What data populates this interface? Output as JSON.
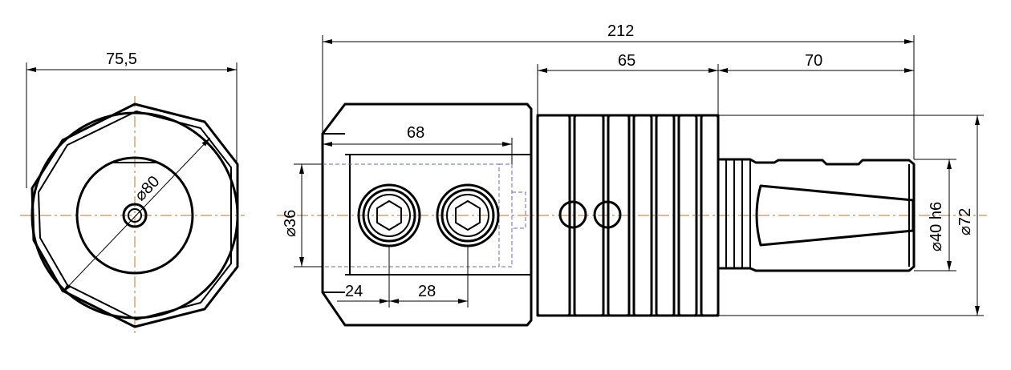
{
  "drawing": {
    "end_view": {
      "width_label": "75,5",
      "diameter_label": "⌀80"
    },
    "side_view": {
      "overall_length_label": "212",
      "clamp_length_label": "65",
      "shank_length_label": "70",
      "bore_depth_label": "68",
      "bore_diameter_label": "⌀36",
      "screw_offset_label": "24",
      "screw_pitch_label": "28",
      "shank_diameter_label": "⌀40 h6",
      "body_diameter_label": "⌀72"
    }
  }
}
